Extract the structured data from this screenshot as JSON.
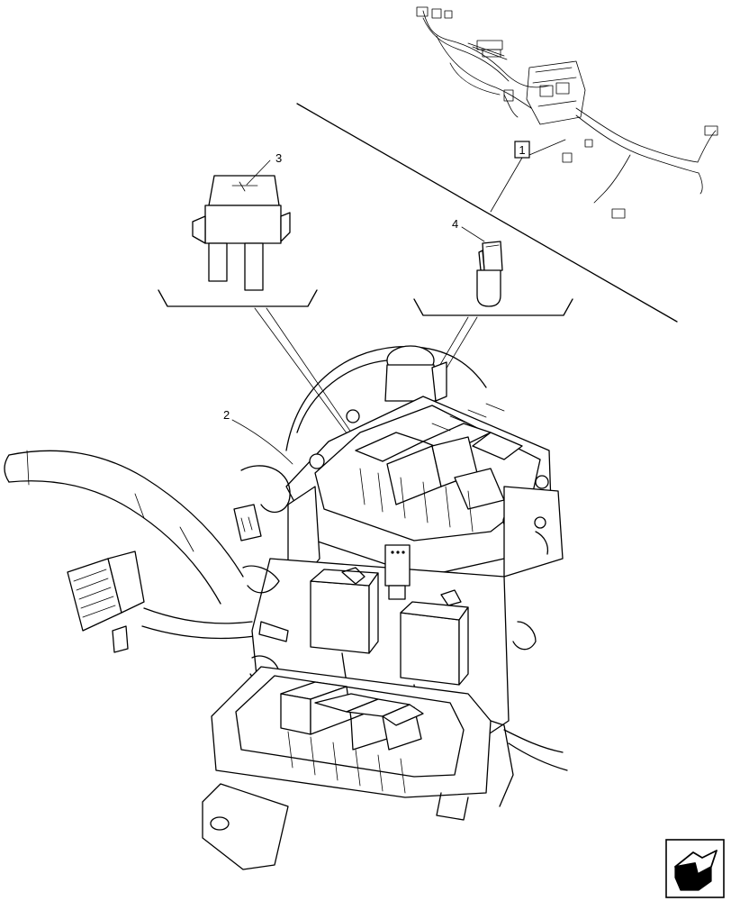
{
  "callouts": {
    "c1": "1",
    "c2": "2",
    "c3": "3",
    "c4": "4"
  },
  "nav_icon": "next-page-arrow-icon"
}
